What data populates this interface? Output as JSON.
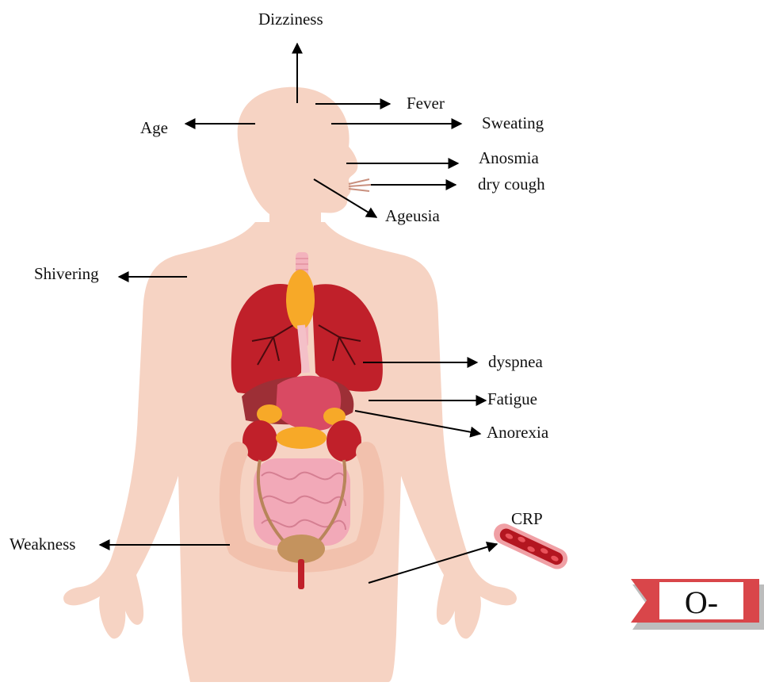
{
  "labels": {
    "dizziness": "Dizziness",
    "fever": "Fever",
    "sweating": "Sweating",
    "age": "Age",
    "anosmia": "Anosmia",
    "dry_cough": "dry cough",
    "ageusia": "Ageusia",
    "shivering": "Shivering",
    "dyspnea": "dyspnea",
    "fatigue": "Fatigue",
    "anorexia": "Anorexia",
    "crp": "CRP",
    "weakness": "Weakness"
  },
  "blood_type_badge": {
    "text": "O-",
    "color": "#d9464a"
  },
  "colors": {
    "skin": "#f6d3c3",
    "lungs": "#c0202a",
    "intestine": "#f2a9b8",
    "arrow": "#000000"
  }
}
